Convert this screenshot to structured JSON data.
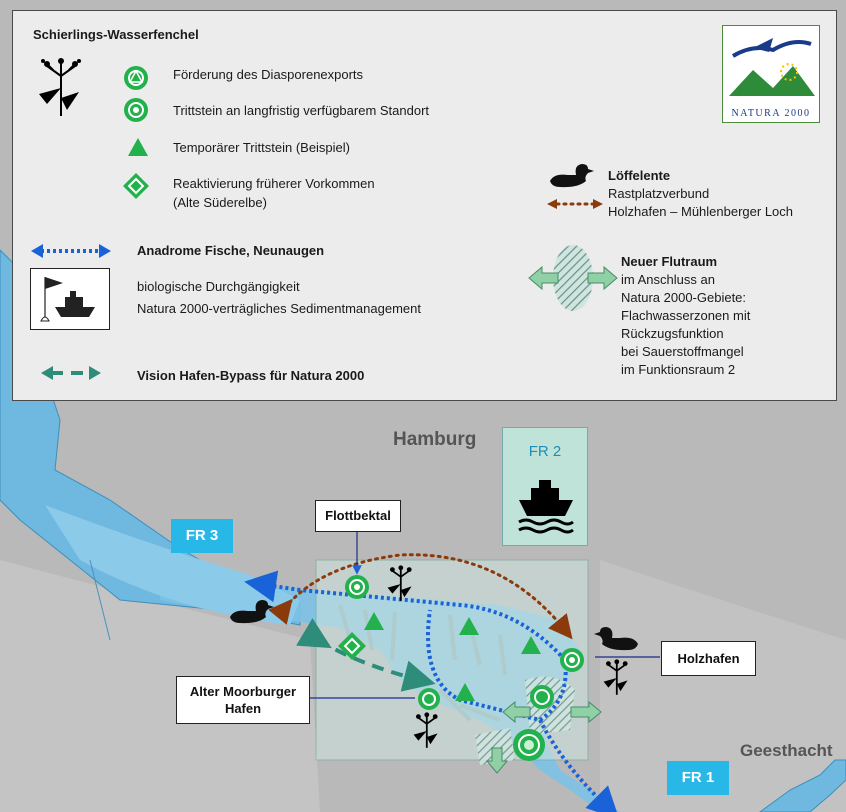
{
  "legend": {
    "plant_heading": "Schierlings-Wasserfenchel",
    "plant_items": [
      "Förderung des Diasporenexports",
      "Trittstein  an langfristig verfügbarem Standort",
      "Temporärer Trittstein (Beispiel)",
      "Reaktivierung früherer Vorkommen",
      "(Alte Süderelbe)"
    ],
    "fish_heading": "Anadrome Fische, Neunaugen",
    "fish_items": [
      "biologische Durchgängigkeit",
      "Natura 2000-verträgliches Sedimentmanagement"
    ],
    "bypass": "Vision Hafen-Bypass für Natura 2000",
    "duck_heading": "Löffelente",
    "duck_items": [
      "Rastplatzverbund",
      "Holzhafen – Mühlenberger Loch"
    ],
    "flood_heading": "Neuer Flutraum",
    "flood_items": [
      "im Anschluss an",
      "Natura 2000-Gebiete:",
      "Flachwasserzonen mit",
      "Rückzugsfunktion",
      "bei Sauerstoffmangel",
      "im Funktionsraum 2"
    ],
    "logo_text": "NATURA 2000"
  },
  "map": {
    "city": "Hamburg",
    "town": "Geesthacht",
    "fr1": "FR 1",
    "fr2": "FR 2",
    "fr3": "FR 3",
    "labels": {
      "flottbektal": "Flottbektal",
      "holzhafen": "Holzhafen",
      "moorburger_1": "Alter Moorburger",
      "moorburger_2": "Hafen"
    }
  },
  "colors": {
    "background": "#b8b8b8",
    "water": "#6fb8e0",
    "fish_arrow": "#1a62d8",
    "bypass_arrow": "#2e8c7a",
    "duck_arrow": "#8b3a0c",
    "plant_green": "#22b14c",
    "fr_box": "#27b8e8"
  },
  "icons": [
    "hemlock-plant-icon",
    "duck-icon",
    "ship-icon",
    "green-ring-marker-icon",
    "green-triangle-icon",
    "green-diamond-icon"
  ]
}
